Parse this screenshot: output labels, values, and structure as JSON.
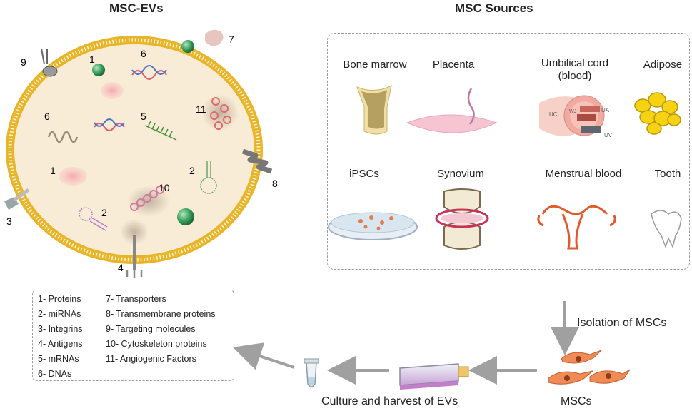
{
  "titles": {
    "left": "MSC-EVs",
    "right": "MSC Sources"
  },
  "sources": [
    "Bone marrow",
    "Placenta",
    "Umbilical cord\n(blood)",
    "Adipose",
    "iPSCs",
    "Synovium",
    "Menstrual blood",
    "Tooth"
  ],
  "umbilical_labels": {
    "uc": "UC",
    "wj": "WJ",
    "ua": "UA",
    "uv": "UV"
  },
  "ev_numbers": [
    "1",
    "6",
    "9",
    "7",
    "6",
    "5",
    "11",
    "1",
    "2",
    "10",
    "2",
    "8",
    "3",
    "4"
  ],
  "legend": {
    "col1": [
      "1- Proteins",
      "2- miRNAs",
      "3- Integrins",
      "4- Antigens",
      "5- mRNAs",
      "6- DNAs"
    ],
    "col2": [
      "7- Transporters",
      "8- Transmembrane proteins",
      "9- Targeting molecules",
      "10- Cytoskeleton proteins",
      "11- Angiogenic Factors"
    ]
  },
  "flow": {
    "isolation": "Isolation of MSCs",
    "mscs": "MSCs",
    "culture": "Culture and harvest of EVs"
  },
  "colors": {
    "membrane": "#e8b52a",
    "cytoplasm": "#f9ecd6",
    "arrow": "#9e9e9e",
    "dash": "#9a9a9a"
  }
}
